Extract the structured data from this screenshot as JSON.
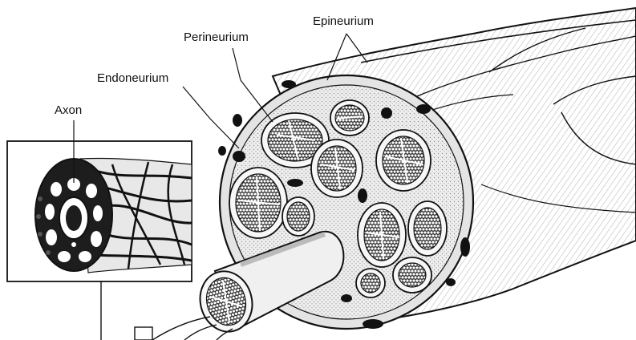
{
  "labels": {
    "axon": "Axon",
    "endoneurium": "Endoneurium",
    "perineurium": "Perineurium",
    "epineurium": "Epineurium"
  },
  "colors": {
    "background": "#ffffff",
    "ink": "#111111",
    "connective_tissue": "#e4e4e4",
    "fascicle_fill": "#f4f4f4",
    "nerve_fiber": "#2a2a2a"
  }
}
